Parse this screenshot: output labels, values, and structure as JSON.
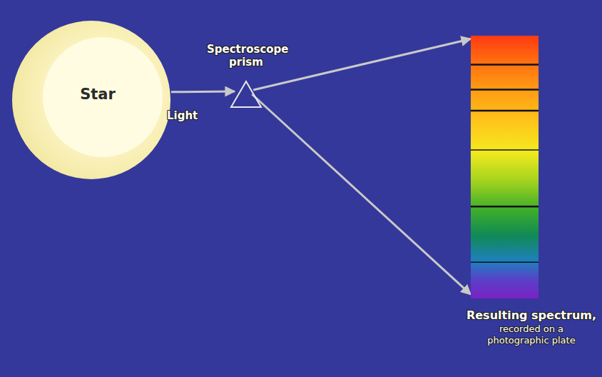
{
  "diagram": {
    "nodes": [
      {
        "text": [
          "Star"
        ]
      },
      {
        "text": [
          "Spectroscope prism"
        ]
      },
      {
        "text": [
          "Resulting spectrum,",
          "recorded on a photographic plate"
        ]
      }
    ],
    "edges": [
      {
        "from": 0,
        "to": 1,
        "arrow": "to",
        "label": "Light"
      },
      {
        "from": 1,
        "to": 2,
        "arrow": "to"
      },
      {
        "from": 1,
        "to": 2,
        "arrow": "to"
      }
    ]
  }
}
